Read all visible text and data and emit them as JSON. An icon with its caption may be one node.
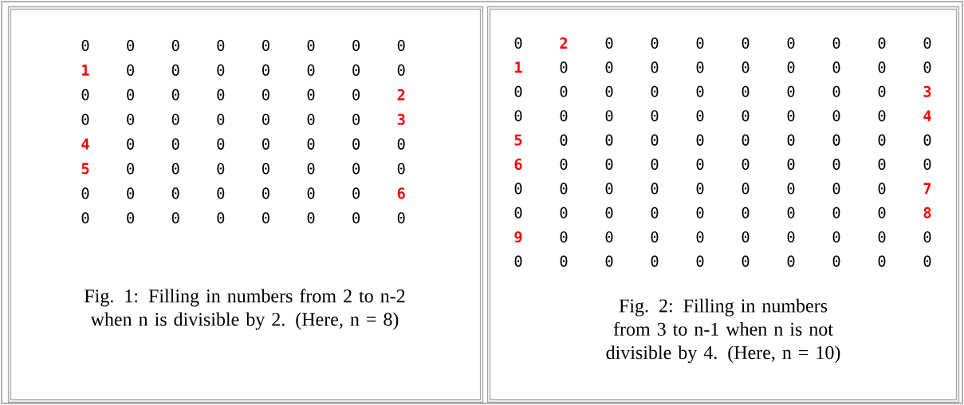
{
  "diagram": {
    "nodes": [
      {
        "text": [
          "Fig. 1: Filling in numbers from 2 to n-2 when n is divisible by 2. (Here, n = 8)"
        ]
      },
      {
        "text": [
          "Fig. 2: Filling in numbers from 3 to n-1 when n is not divisible by 4. (Here, n = 10)"
        ]
      }
    ],
    "labels": [
      "0",
      "0",
      "0",
      "0",
      "0",
      "0",
      "0",
      "0",
      "1",
      "0",
      "0",
      "0",
      "0",
      "0",
      "0",
      "0",
      "0",
      "0",
      "0",
      "0",
      "0",
      "0",
      "0",
      "2",
      "0",
      "0",
      "0",
      "0",
      "0",
      "0",
      "0",
      "3",
      "4",
      "0",
      "0",
      "0",
      "0",
      "0",
      "0",
      "0",
      "5",
      "0",
      "0",
      "0",
      "0",
      "0",
      "0",
      "0",
      "0",
      "0",
      "0",
      "0",
      "0",
      "0",
      "0",
      "6",
      "0",
      "0",
      "0",
      "0",
      "0",
      "0",
      "0",
      "0",
      "0",
      "2",
      "0",
      "0",
      "0",
      "0",
      "0",
      "0",
      "0",
      "0",
      "1",
      "0",
      "0",
      "0",
      "0",
      "0",
      "0",
      "0",
      "0",
      "0",
      "0",
      "0",
      "0",
      "0",
      "0",
      "0",
      "0",
      "0",
      "0",
      "3",
      "0",
      "0",
      "0",
      "0",
      "0",
      "0",
      "0",
      "0",
      "0",
      "4",
      "5",
      "0",
      "0",
      "0",
      "0",
      "0",
      "0",
      "0",
      "0",
      "0",
      "6",
      "0",
      "0",
      "0",
      "0",
      "0",
      "0",
      "0",
      "0",
      "0",
      "0",
      "0",
      "0",
      "0",
      "0",
      "0",
      "0",
      "0",
      "0",
      "7",
      "0",
      "0",
      "0",
      "0",
      "0",
      "0",
      "0",
      "0",
      "0",
      "8",
      "9",
      "0",
      "0",
      "0",
      "0",
      "0",
      "0",
      "0",
      "0",
      "0",
      "0",
      "0",
      "0",
      "0",
      "0",
      "0",
      "0",
      "0",
      "0",
      "0"
    ]
  }
}
